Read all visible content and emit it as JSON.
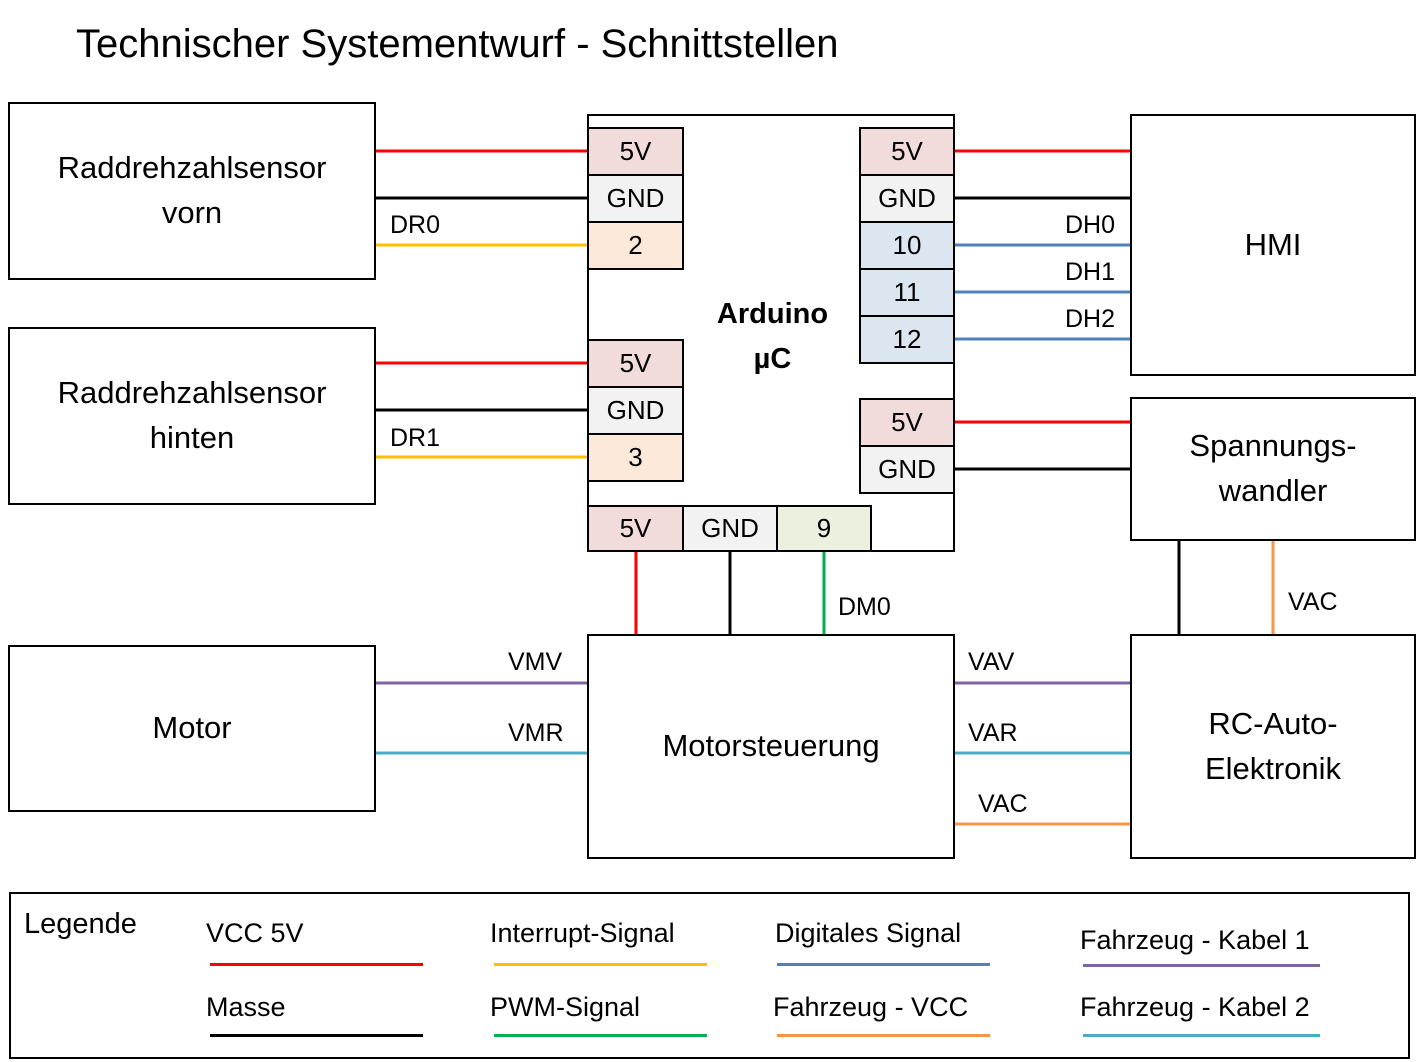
{
  "title": "Technischer Systementwurf - Schnittstellen",
  "blocks": {
    "sensor_front": "Raddrehzahlsensor\nvorn",
    "sensor_front_l1": "Raddrehzahlsensor",
    "sensor_front_l2": "vorn",
    "sensor_rear_l1": "Raddrehzahlsensor",
    "sensor_rear_l2": "hinten",
    "arduino_l1": "Arduino",
    "arduino_l2": "µC",
    "hmi": "HMI",
    "converter_l1": "Spannungs-",
    "converter_l2": "wandler",
    "motor": "Motor",
    "motor_control": "Motorsteuerung",
    "rc_l1": "RC-Auto-",
    "rc_l2": "Elektronik"
  },
  "pins": {
    "left_top": [
      "5V",
      "GND",
      "2"
    ],
    "left_bottom": [
      "5V",
      "GND",
      "3"
    ],
    "right_top": [
      "5V",
      "GND",
      "10",
      "11",
      "12"
    ],
    "right_bottom": [
      "5V",
      "GND"
    ],
    "bottom": [
      "5V",
      "GND",
      "9"
    ]
  },
  "signals": {
    "dr0": "DR0",
    "dr1": "DR1",
    "dh0": "DH0",
    "dh1": "DH1",
    "dh2": "DH2",
    "dm0": "DM0",
    "vmv": "VMV",
    "vmr": "VMR",
    "vav": "VAV",
    "var": "VAR",
    "vac_ms": "VAC",
    "vac_sw": "VAC"
  },
  "colors": {
    "vcc": "#ff0000",
    "gnd": "#000000",
    "interrupt": "#ffc000",
    "digital": "#4f81bd",
    "pwm": "#00b050",
    "vehicle_vcc": "#f79646",
    "vehicle_cable1": "#8064a2",
    "vehicle_cable2": "#4bacc6"
  },
  "legend": {
    "title": "Legende",
    "items": [
      {
        "label": "VCC 5V",
        "color": "#ff0000"
      },
      {
        "label": "Interrupt-Signal",
        "color": "#ffc000"
      },
      {
        "label": "Digitales Signal",
        "color": "#4f81bd"
      },
      {
        "label": "Fahrzeug - Kabel 1",
        "color": "#8064a2"
      },
      {
        "label": "Masse",
        "color": "#000000"
      },
      {
        "label": "PWM-Signal",
        "color": "#00b050"
      },
      {
        "label": "Fahrzeug - VCC",
        "color": "#f79646"
      },
      {
        "label": "Fahrzeug - Kabel 2",
        "color": "#4bacc6"
      }
    ]
  }
}
